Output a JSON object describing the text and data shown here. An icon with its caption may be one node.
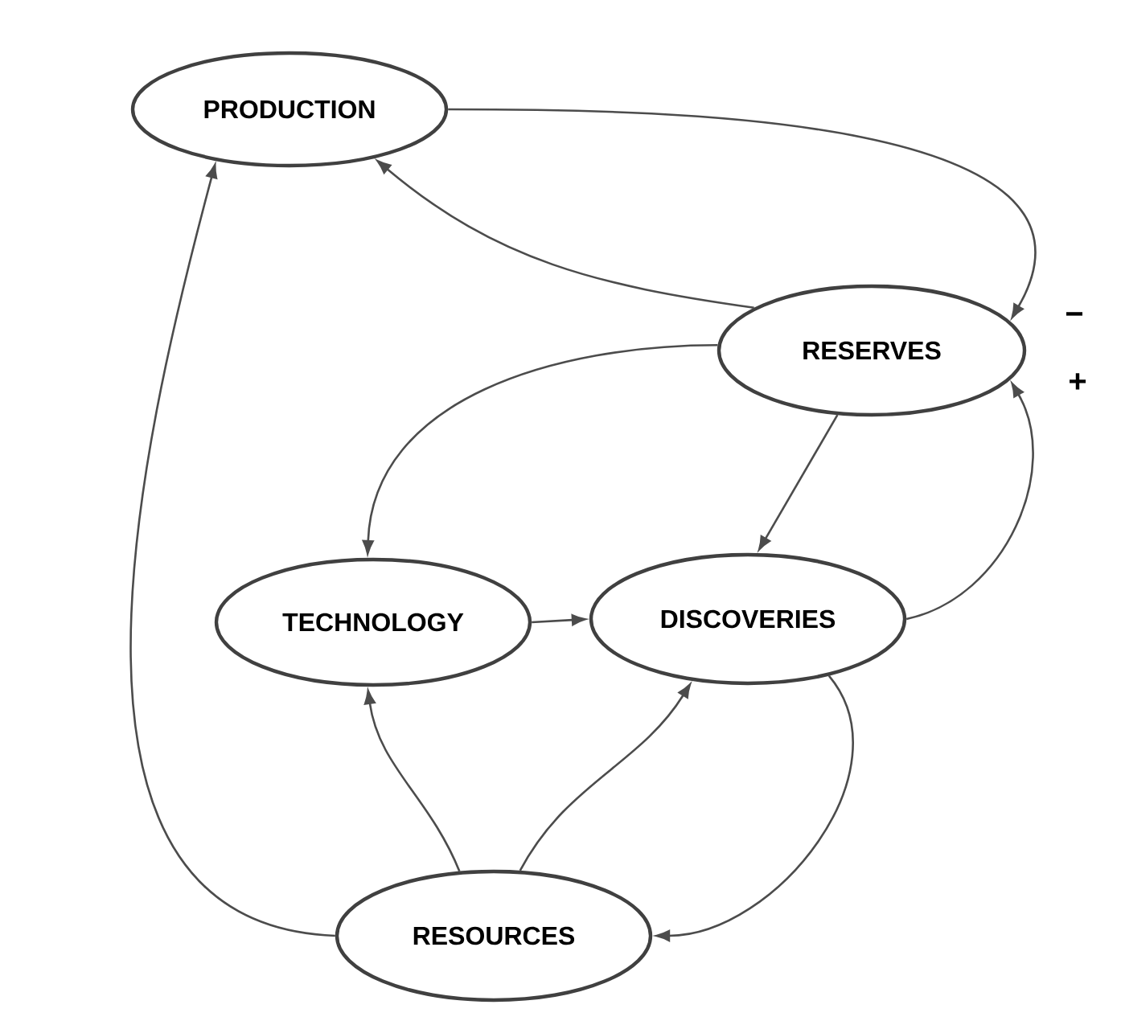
{
  "diagram": {
    "nodes": [
      {
        "text": [
          "PRODUCTION"
        ]
      },
      {
        "text": [
          "RESERVES"
        ]
      },
      {
        "text": [
          "TECHNOLOGY"
        ]
      },
      {
        "text": [
          "DISCOVERIES"
        ]
      },
      {
        "text": [
          "RESOURCES"
        ]
      }
    ],
    "edges": [
      {
        "from": 0,
        "to": 1,
        "arrow": "to",
        "label": "−"
      },
      {
        "from": 1,
        "to": 0,
        "arrow": "to"
      },
      {
        "from": 1,
        "to": 2,
        "arrow": "to"
      },
      {
        "from": 1,
        "to": 3,
        "arrow": "to"
      },
      {
        "from": 3,
        "to": 1,
        "arrow": "to",
        "label": "+"
      },
      {
        "from": 2,
        "to": 3,
        "arrow": "to"
      },
      {
        "from": 4,
        "to": 2,
        "arrow": "to"
      },
      {
        "from": 4,
        "to": 3,
        "arrow": "to"
      },
      {
        "from": 3,
        "to": 4,
        "arrow": "to"
      },
      {
        "from": 4,
        "to": 0,
        "arrow": "to"
      }
    ]
  }
}
